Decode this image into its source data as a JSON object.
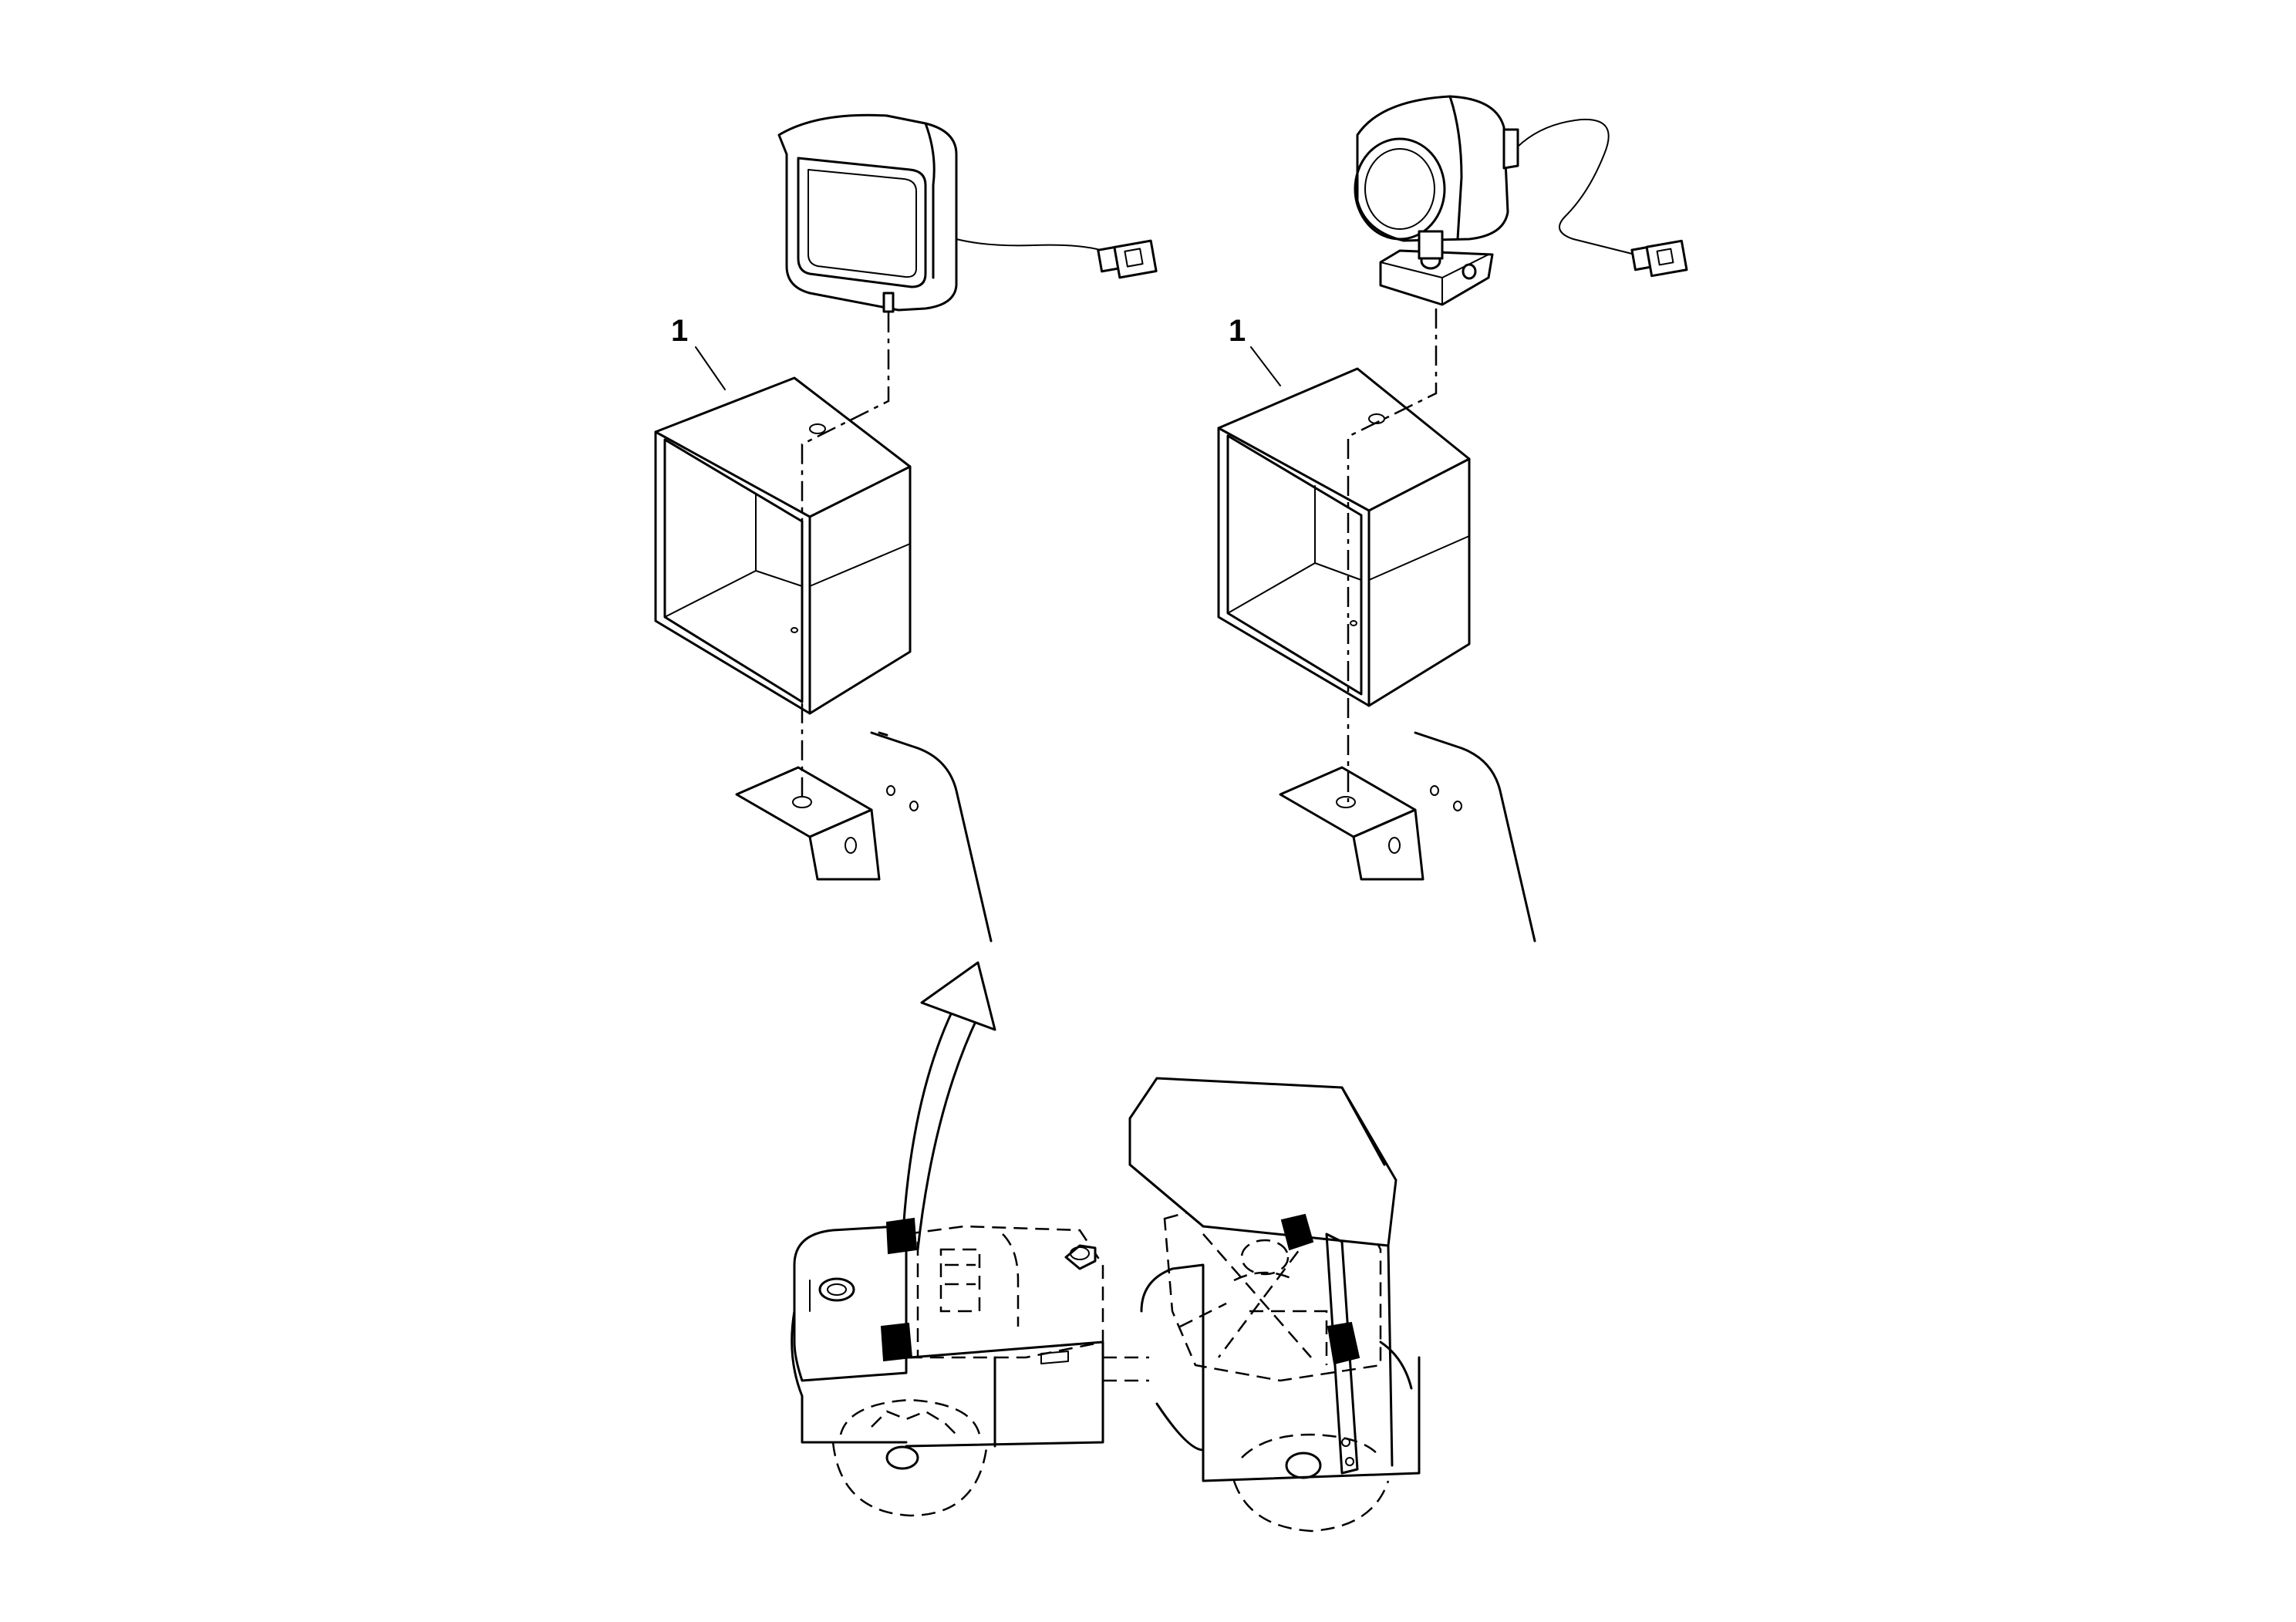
{
  "callouts": {
    "left_item": "1",
    "right_item": "1"
  },
  "icons": {
    "rectangular_lamp": "work-lamp-rectangular",
    "oval_lamp": "work-lamp-oval",
    "guard": "lamp-guard-box",
    "bracket": "mounting-bracket",
    "machine": "tandem-roller"
  },
  "colors": {
    "line": "#000000",
    "background": "#ffffff"
  }
}
